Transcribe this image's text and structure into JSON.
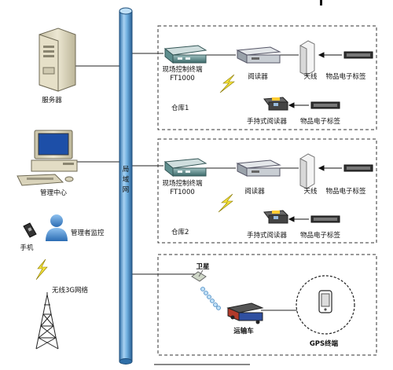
{
  "network": {
    "backbone_label": "局域网"
  },
  "left": {
    "server_label": "服务器",
    "mgmt_center_label": "管理中心",
    "monitor_label": "管理者监控",
    "phone_label": "手机",
    "wireless_label": "无线3G网络"
  },
  "warehouses": [
    {
      "name": "仓库1",
      "terminal_label": "现场控制终端",
      "terminal_model": "FT1000",
      "reader_label": "阅读器",
      "antenna_label": "天线",
      "tag_label": "物品电子标签",
      "handheld_label": "手持式阅读器",
      "handheld_tag_label": "物品电子标签"
    },
    {
      "name": "仓库2",
      "terminal_label": "现场控制终端",
      "terminal_model": "FT1000",
      "reader_label": "阅读器",
      "antenna_label": "天线",
      "tag_label": "物品电子标签",
      "handheld_label": "手持式阅读器",
      "handheld_tag_label": "物品电子标签"
    }
  ],
  "transport": {
    "satellite_label": "卫星",
    "truck_label": "运输车",
    "gps_label": "GPS终端"
  }
}
